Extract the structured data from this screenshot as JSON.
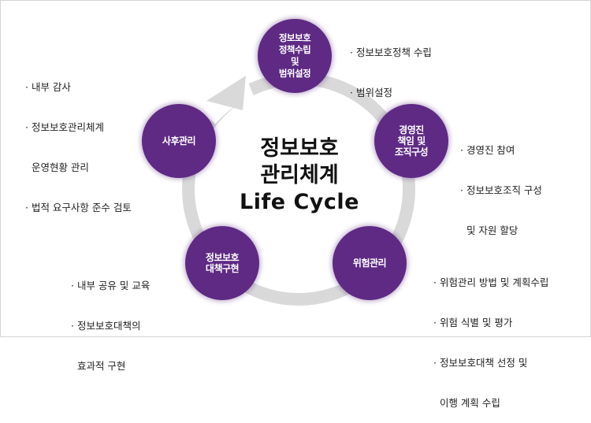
{
  "center": {
    "line1": "정보보호",
    "line2": "관리체계",
    "line3": "Life Cycle"
  },
  "nodes": {
    "policy": "정보보호\n정책수립\n및\n범위설정",
    "management": "경영진\n책임 및\n조직구성",
    "risk": "위험관리",
    "countermeasure": "정보보호\n대책구현",
    "followup": "사후관리"
  },
  "notes": {
    "policy": [
      "· 정보보호정책 수립",
      "· 범위설정"
    ],
    "management": [
      "· 경영진 참여",
      "· 정보보호조직 구성",
      "  및 자원 할당"
    ],
    "risk": [
      "· 위험관리 방법 및 계획수립",
      "· 위험 식별 및 평가",
      "· 정보보호대책 선정 및",
      "  이행 계획 수립"
    ],
    "countermeasure": [
      "· 내부 공유 및 교육",
      "· 정보보호대책의",
      "  효과적 구현"
    ],
    "followup": [
      "· 내부 감사",
      "· 정보보호관리체계",
      "  운영현황 관리",
      "· 법적 요구사항 준수 검토"
    ]
  },
  "colors": {
    "node_fill": "#5e2a84",
    "ring": "#d9d9d9"
  }
}
